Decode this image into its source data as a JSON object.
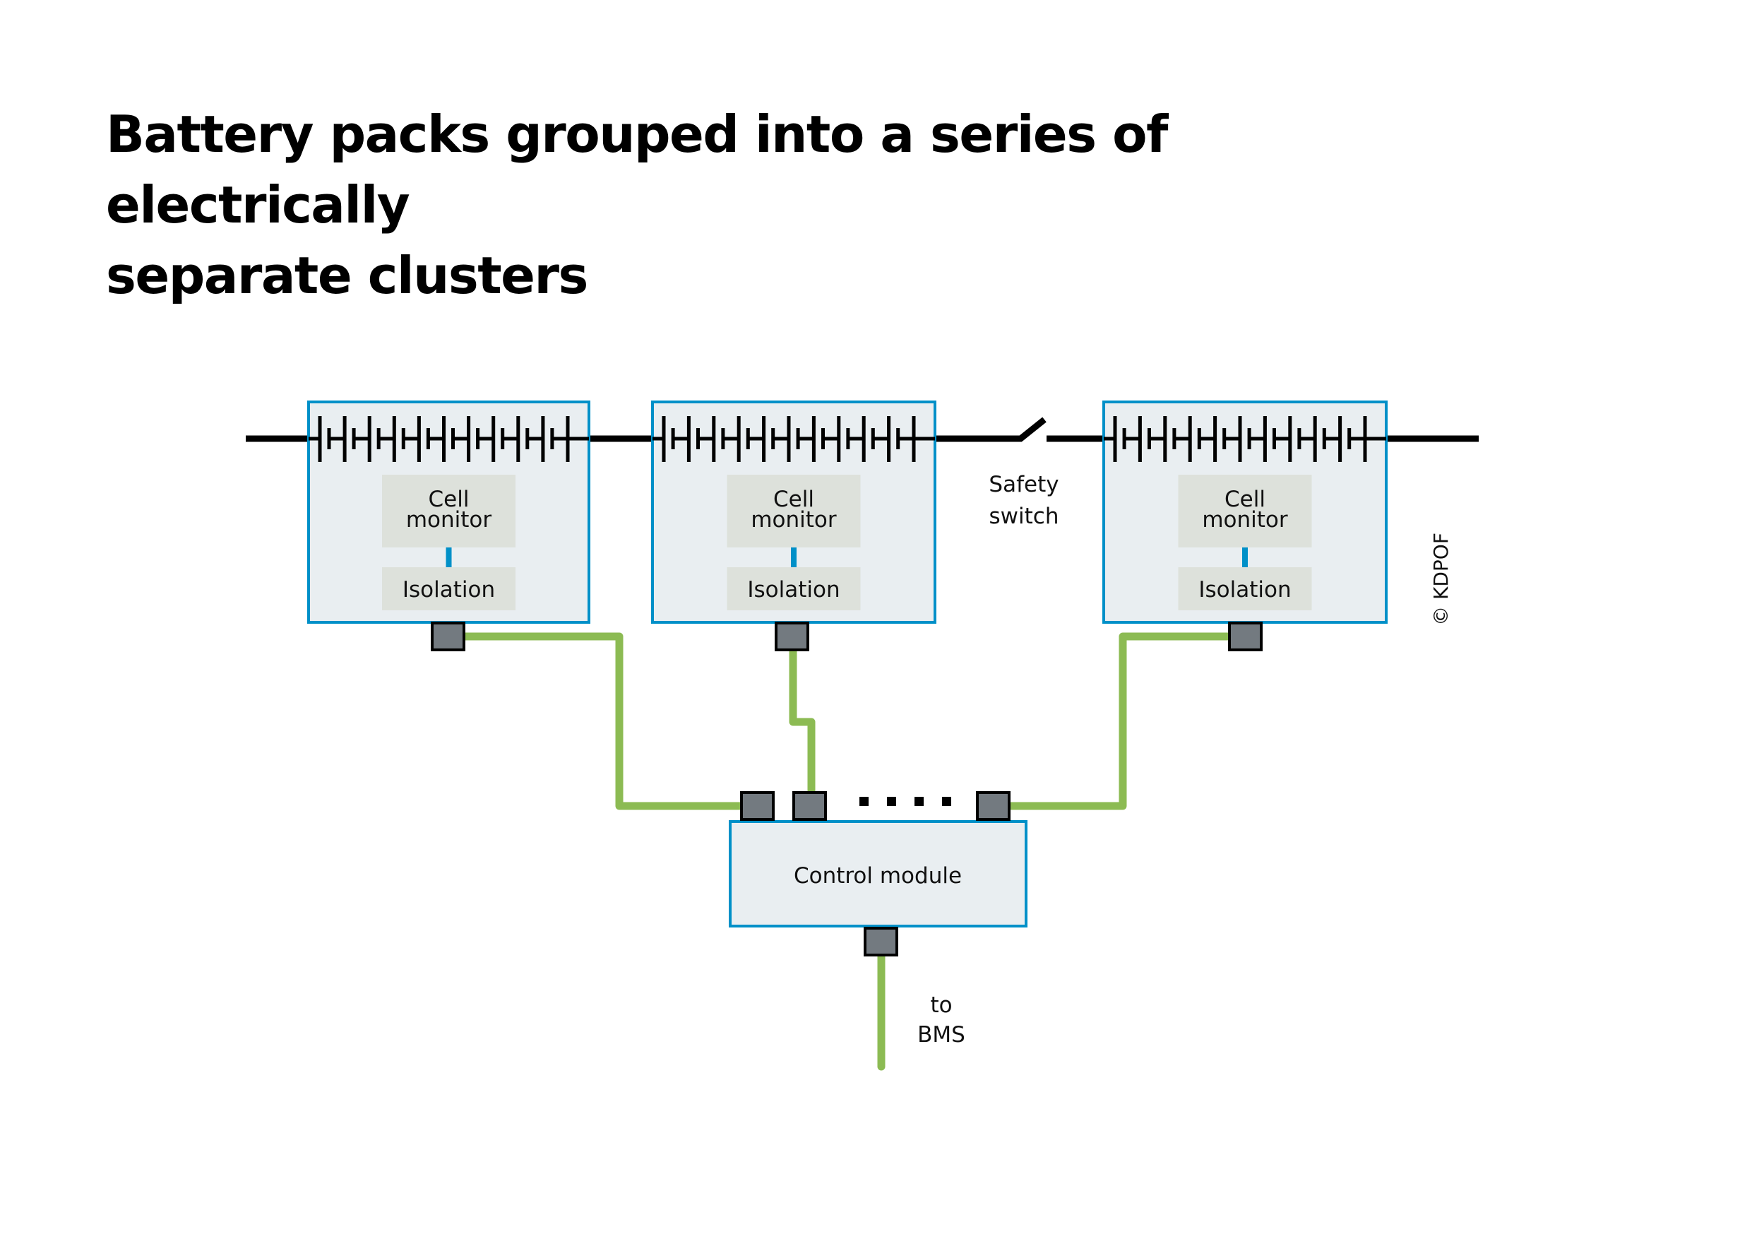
{
  "title": {
    "line1": "Battery packs grouped into a series of electrically",
    "line2": "separate clusters"
  },
  "colors": {
    "module_border": "#0090c8",
    "module_fill": "#e9eef1",
    "inner_box_fill": "#dde1db",
    "link": "#0090c8",
    "fiber": "#8cbb53",
    "connector_fill": "#737a80",
    "connector_border": "#000000",
    "rail": "#000000"
  },
  "battery_modules": [
    {
      "id": "module-1",
      "cells": 10,
      "cell_monitor_label": [
        "Cell",
        "monitor"
      ],
      "isolation_label": "Isolation"
    },
    {
      "id": "module-2",
      "cells": 10,
      "cell_monitor_label": [
        "Cell",
        "monitor"
      ],
      "isolation_label": "Isolation"
    },
    {
      "id": "module-3",
      "cells": 10,
      "cell_monitor_label": [
        "Cell",
        "monitor"
      ],
      "isolation_label": "Isolation"
    }
  ],
  "safety_switch": {
    "label": [
      "Safety",
      "switch"
    ],
    "state": "open",
    "position": "between module-2 and module-3"
  },
  "control_module": {
    "label": "Control module",
    "input_ports_shown": 3,
    "ellipsis": "...."
  },
  "output": {
    "label": [
      "to",
      "BMS"
    ]
  },
  "copyright": "© KDPOF"
}
